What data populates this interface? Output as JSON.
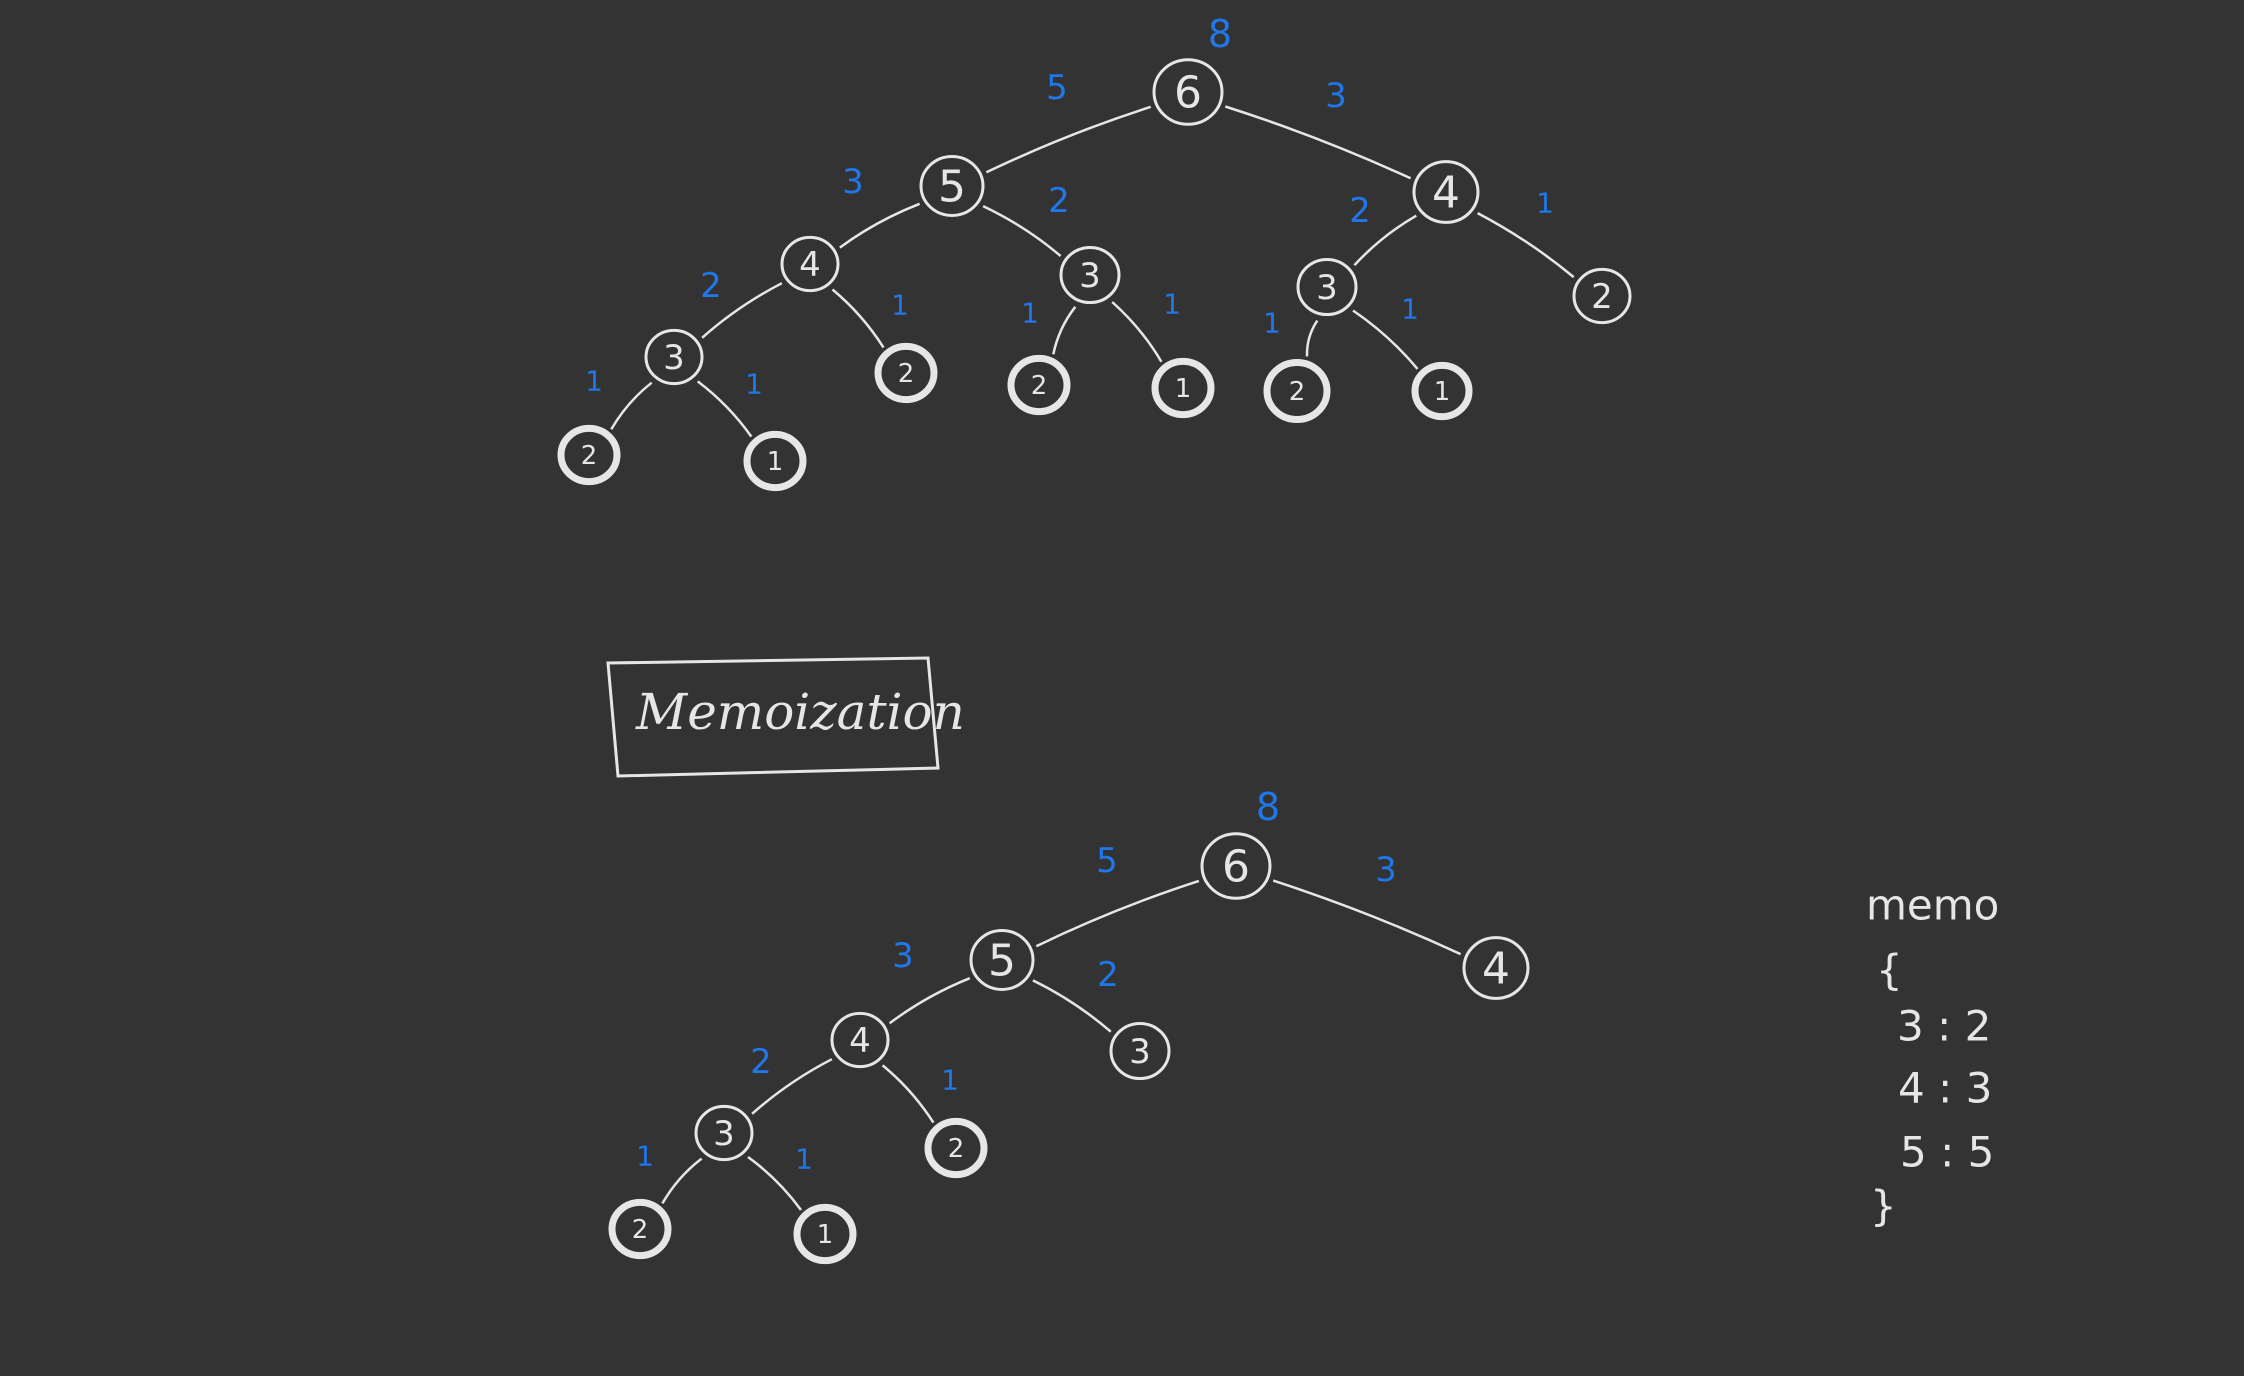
{
  "title": "Memoization",
  "colors": {
    "background": "#333333",
    "ink": "#e6e6e6",
    "annotation": "#1f77e8"
  },
  "trees": [
    {
      "name": "full-recursion-tree",
      "result": "8",
      "nodes": [
        {
          "id": "a",
          "label": "6"
        },
        {
          "id": "b",
          "label": "5",
          "edge": "5"
        },
        {
          "id": "c",
          "label": "4",
          "edge": "3"
        },
        {
          "id": "d",
          "label": "4",
          "edge": "3"
        },
        {
          "id": "e",
          "label": "3",
          "edge": "2"
        },
        {
          "id": "f",
          "label": "3",
          "edge": "2"
        },
        {
          "id": "g",
          "label": "2",
          "edge": "1"
        },
        {
          "id": "h",
          "label": "3",
          "edge": "2"
        },
        {
          "id": "i",
          "label": "2",
          "edge": "1"
        },
        {
          "id": "j",
          "label": "2",
          "edge": "1"
        },
        {
          "id": "k",
          "label": "1",
          "edge": "1"
        },
        {
          "id": "l",
          "label": "2",
          "edge": "1"
        },
        {
          "id": "m",
          "label": "1",
          "edge": "1"
        },
        {
          "id": "n",
          "label": "2",
          "edge": "1"
        },
        {
          "id": "o",
          "label": "1",
          "edge": "1"
        }
      ]
    },
    {
      "name": "memoized-tree",
      "result": "8",
      "nodes": [
        {
          "id": "a",
          "label": "6"
        },
        {
          "id": "b",
          "label": "5",
          "edge": "5"
        },
        {
          "id": "c",
          "label": "4",
          "edge": "3"
        },
        {
          "id": "d",
          "label": "4",
          "edge": "3"
        },
        {
          "id": "e",
          "label": "3",
          "edge": "2"
        },
        {
          "id": "f",
          "label": "3",
          "edge": "2"
        },
        {
          "id": "g",
          "label": "2",
          "edge": "1"
        },
        {
          "id": "h",
          "label": "2",
          "edge": "1"
        },
        {
          "id": "i",
          "label": "1",
          "edge": "1"
        }
      ]
    }
  ],
  "memo": {
    "label": "memo",
    "open": "{",
    "close": "}",
    "entries": [
      {
        "key": "3",
        "sep": ":",
        "value": "2"
      },
      {
        "key": "4",
        "sep": ":",
        "value": "3"
      },
      {
        "key": "5",
        "sep": ":",
        "value": "5"
      }
    ]
  }
}
